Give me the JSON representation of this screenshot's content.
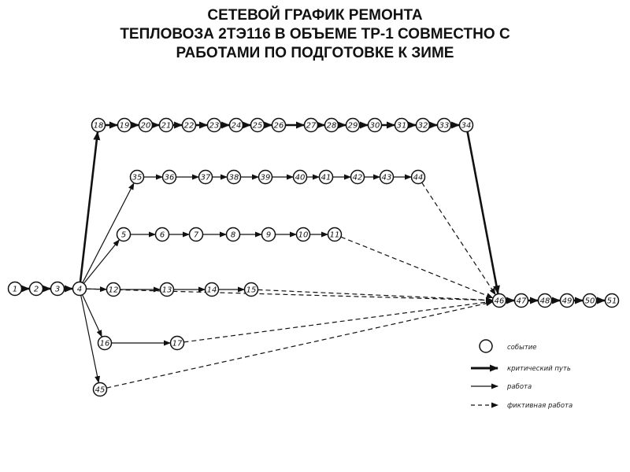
{
  "title": {
    "line1": "СЕТЕВОЙ ГРАФИК  РЕМОНТА",
    "line2": "ТЕПЛОВОЗА 2ТЭ116 В ОБЪЕМЕ ТР-1 СОВМЕСТНО С",
    "line3": "РАБОТАМИ ПО ПОДГОТОВКЕ К ЗИМЕ"
  },
  "nodes": {
    "n1": "1",
    "n2": "2",
    "n3": "3",
    "n4": "4",
    "n18": "18",
    "n19": "19",
    "n20": "20",
    "n21": "21",
    "n22": "22",
    "n23": "23",
    "n24": "24",
    "n25": "25",
    "n26": "26",
    "n27": "27",
    "n28": "28",
    "n29": "29",
    "n30": "30",
    "n31": "31",
    "n32": "32",
    "n33": "33",
    "n34": "34",
    "n35": "35",
    "n36": "36",
    "n37": "37",
    "n38": "38",
    "n39": "39",
    "n40": "40",
    "n41": "41",
    "n42": "42",
    "n43": "43",
    "n44": "44",
    "n5": "5",
    "n6": "6",
    "n7": "7",
    "n8": "8",
    "n9": "9",
    "n10": "10",
    "n11": "11",
    "n12": "12",
    "n13": "13",
    "n14": "14",
    "n15": "15",
    "n16": "16",
    "n17": "17",
    "n45": "45",
    "n46": "46",
    "n47": "47",
    "n48": "48",
    "n49": "49",
    "n50": "50",
    "n51": "51"
  },
  "legend": {
    "event": "событие",
    "critical_path": "критический путь",
    "work": "работа",
    "dummy_work": "фиктивная работа"
  }
}
